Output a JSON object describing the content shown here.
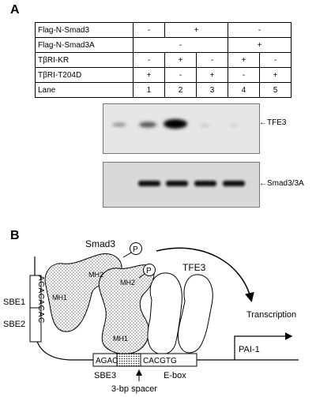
{
  "panel_a": {
    "letter": "A",
    "group_row": {
      "label": "Flag-N-Smad3",
      "cells": [
        "-",
        "+",
        "-"
      ]
    },
    "rows": [
      {
        "label": "Flag-N-Smad3A",
        "values": [
          "-",
          "+"
        ]
      },
      {
        "label": "TβRI-KR",
        "values": [
          "-",
          "+",
          "-",
          "+",
          "-"
        ]
      },
      {
        "label": "TβRI-T204D",
        "values": [
          "+",
          "-",
          "+",
          "-",
          "+"
        ]
      },
      {
        "label": "Lane",
        "values": [
          "1",
          "2",
          "3",
          "4",
          "5"
        ]
      }
    ],
    "blot1_label": "TFE3",
    "blot2_label": "Smad3/3A"
  },
  "panel_b": {
    "letter": "B",
    "smad3": "Smad3",
    "p1": "P",
    "p2": "P",
    "mh2_a": "MH2",
    "mh1_a": "MH1",
    "mh2_b": "MH2",
    "mh1_b": "MH1",
    "tfe3": "TFE3",
    "sbe1": "SBE1",
    "sbe2": "SBE2",
    "vertical_box": "AGACAGAC",
    "box_agac": "AGAC",
    "box_cacgtg": "CACGTG",
    "sbe3": "SBE3",
    "ebox": "E-box",
    "spacer": "3-bp spacer",
    "transcription": "Transcription",
    "pai1": "PAI-1"
  }
}
